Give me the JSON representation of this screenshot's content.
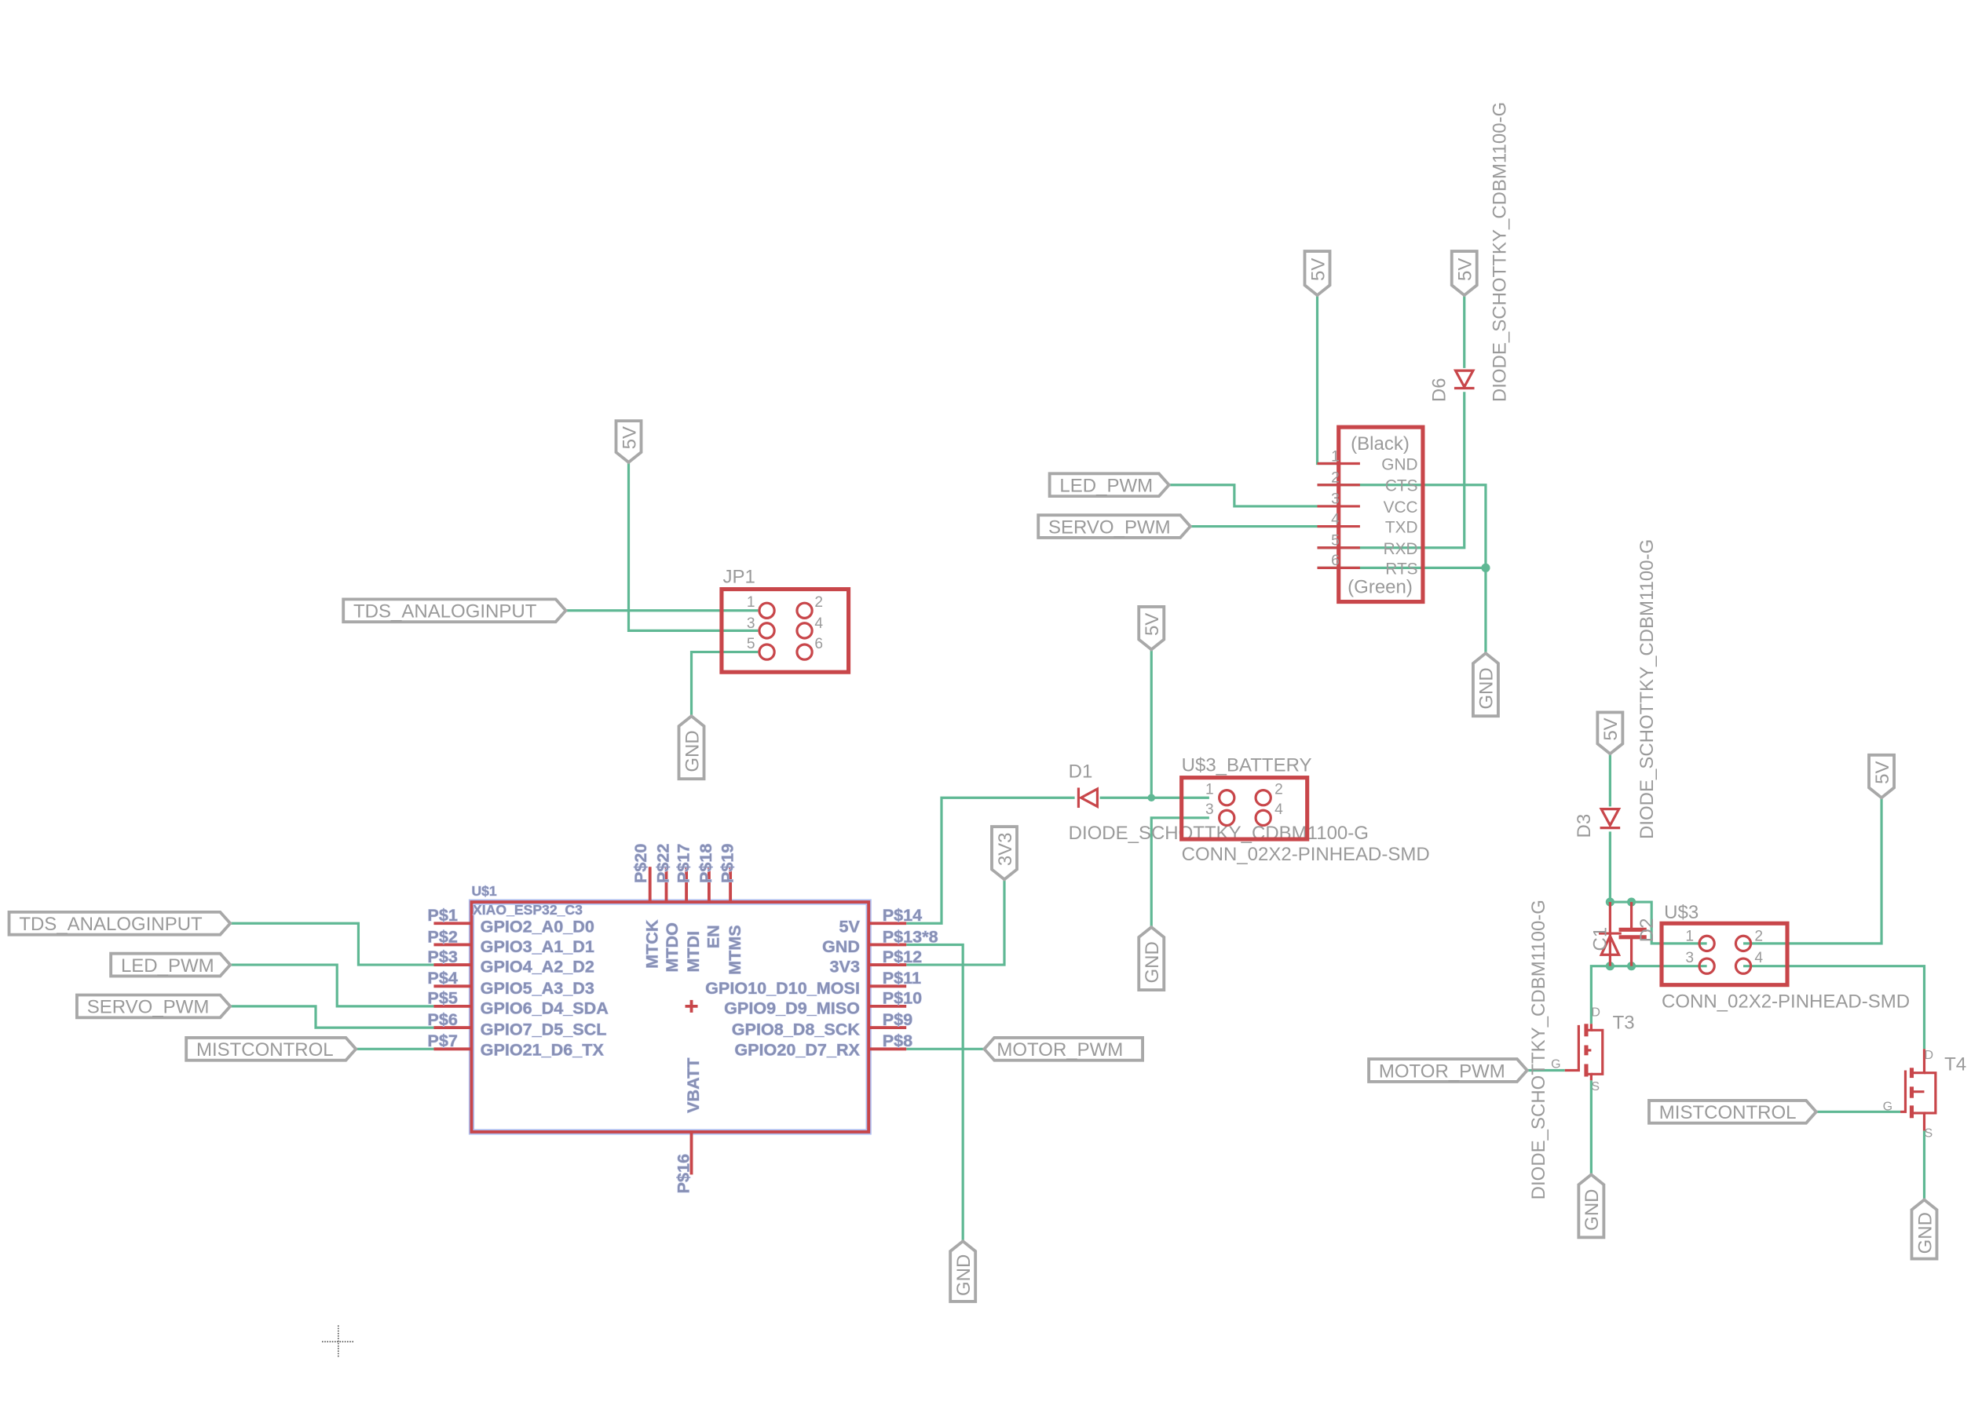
{
  "net_labels": {
    "five_v": "5V",
    "three_v3": "3V3",
    "gnd": "GND",
    "tds": "TDS_ANALOGINPUT",
    "led": "LED_PWM",
    "servo": "SERVO_PWM",
    "mist": "MISTCONTROL",
    "motor": "MOTOR_PWM"
  },
  "jp1": {
    "name": "JP1",
    "pins": [
      "1",
      "2",
      "3",
      "4",
      "5",
      "6"
    ]
  },
  "uart": {
    "top": "(Black)",
    "bottom": "(Green)",
    "pins": [
      "GND",
      "CTS",
      "VCC",
      "TXD",
      "RXD",
      "RTS"
    ],
    "numbers": [
      "1",
      "2",
      "3",
      "4",
      "5",
      "6"
    ]
  },
  "diodes": {
    "d1": "D1",
    "d2": "D2",
    "d3": "D3",
    "d6": "D6",
    "c1": "C1",
    "value": "DIODE_SCHOTTKY_CDBM1100-G"
  },
  "battery": {
    "name": "U$3_BATTERY",
    "value": "CONN_02X2-PINHEAD-SMD",
    "pins": [
      "1",
      "2",
      "3",
      "4"
    ]
  },
  "u3": {
    "name": "U$3",
    "value": "CONN_02X2-PINHEAD-SMD",
    "pins": [
      "1",
      "2",
      "3",
      "4"
    ]
  },
  "transistors": {
    "t3": "T3",
    "t4": "T4",
    "g": "G",
    "d": "D",
    "s": "S"
  },
  "xiao": {
    "name": "U$1",
    "value": "XIAO_ESP32_C3",
    "left_pins": [
      "P$1",
      "P$2",
      "P$3",
      "P$4",
      "P$5",
      "P$6",
      "P$7"
    ],
    "left_names": [
      "GPIO2_A0_D0",
      "GPIO3_A1_D1",
      "GPIO4_A2_D2",
      "GPIO5_A3_D3",
      "GPIO6_D4_SDA",
      "GPIO7_D5_SCL",
      "GPIO21_D6_TX"
    ],
    "right_pins": [
      "P$14",
      "P$13*8",
      "P$12",
      "P$11",
      "P$10",
      "P$9",
      "P$8"
    ],
    "right_names": [
      "5V",
      "GND",
      "3V3",
      "GPIO10_D10_MOSI",
      "GPIO9_D9_MISO",
      "GPIO8_D8_SCK",
      "GPIO20_D7_RX"
    ],
    "top_pins": [
      "P$20",
      "P$22",
      "P$17",
      "P$18",
      "P$19"
    ],
    "top_names": [
      "MTCK",
      "MTDO",
      "MTDI",
      "EN",
      "MTMS"
    ],
    "bottom_pin": "P$16",
    "bottom_name": "VBATT"
  },
  "colors": {
    "wire": "#5fb894",
    "component": "#c8464a",
    "label": "#a8a8a8",
    "xiao_text": "#8890b4"
  }
}
